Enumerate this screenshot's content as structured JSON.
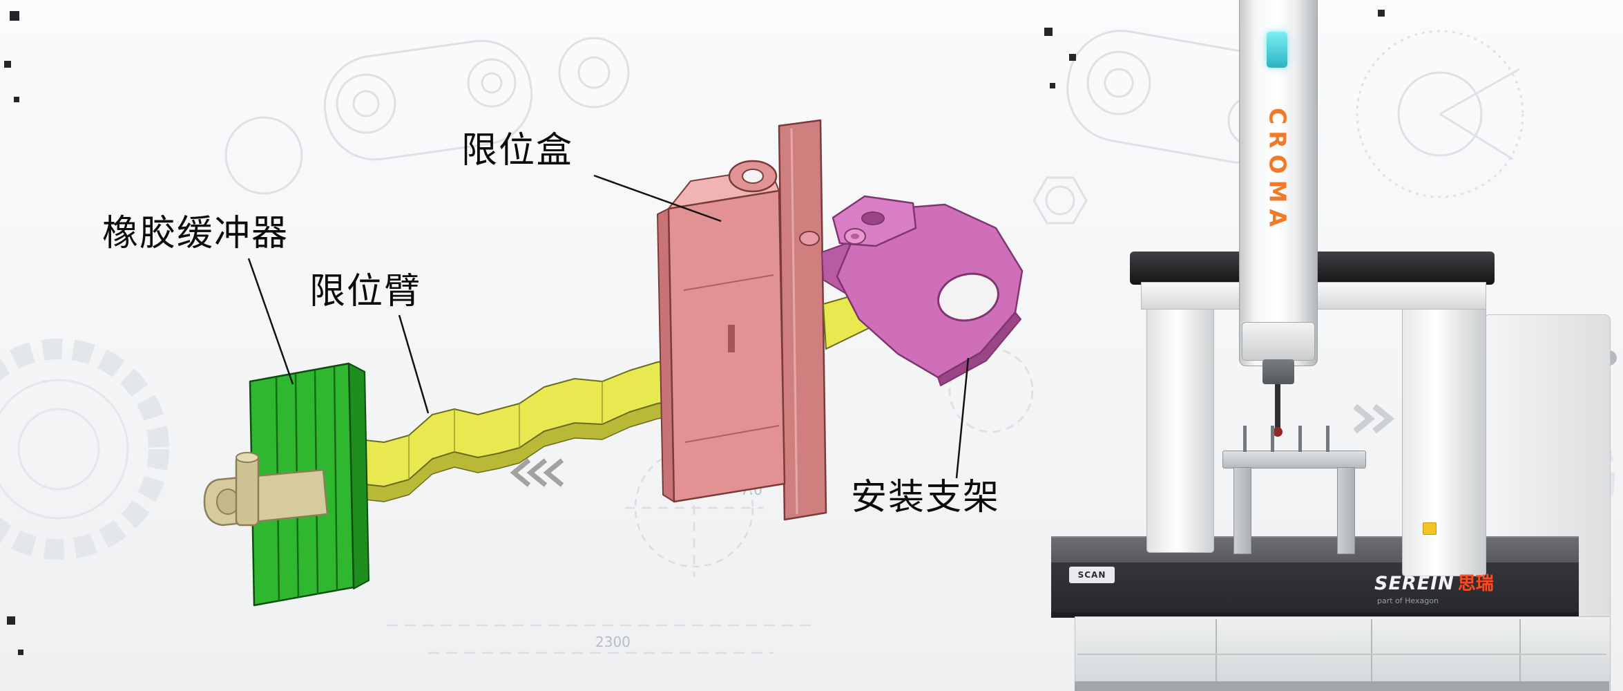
{
  "diagram": {
    "callouts": {
      "limit_box": "限位盒",
      "rubber_buffer": "橡胶缓冲器",
      "limit_arm": "限位臂",
      "mounting_bracket": "安装支架"
    },
    "blueprint": {
      "dim_a": "2300",
      "dim_b": "7.0"
    }
  },
  "machine": {
    "column_brand": "CROMA",
    "scan_label": "SCAN",
    "logo_text": "SEREIN",
    "logo_cn": "思瑞",
    "logo_subtext": "part of Hexagon"
  },
  "colors": {
    "rubber_buffer_green": "#2fb82f",
    "limit_arm_yellow": "#e8e850",
    "limit_box_pink": "#e29292",
    "mounting_bracket_magenta": "#cf6fba",
    "brand_orange": "#f07a28",
    "led_cyan": "#3cc4d0"
  }
}
